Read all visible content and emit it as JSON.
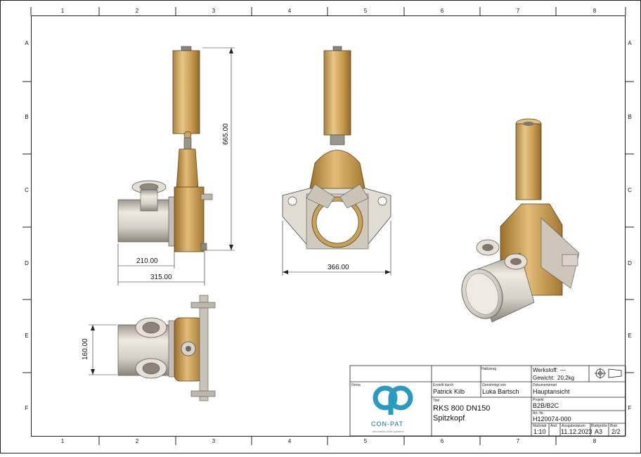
{
  "frame": {
    "columns": [
      "1",
      "2",
      "3",
      "4",
      "5",
      "6",
      "7",
      "8"
    ],
    "rows": [
      "A",
      "B",
      "C",
      "D",
      "E",
      "F"
    ]
  },
  "dimensions": {
    "height_side": "665.00",
    "width_side_inner": "210.00",
    "width_side_outer": "315.00",
    "width_front": "366.00",
    "width_top": "160.00"
  },
  "title_block": {
    "company_logo_text": "CON-PAT",
    "company_logo_tagline": "innovation valve systems",
    "labels": {
      "halbzeug": "Halbzeug",
      "werkstoff": "Werkstoff:",
      "gewicht": "Gewicht:",
      "firma": "Firma",
      "erstellt_durch": "Erstellt durch",
      "genehmigt_von": "Genehmigt von",
      "dokumentenart": "Dokumentenart",
      "titel": "Titel",
      "projekt": "Projekt",
      "art_nr": "Art.-Nr.",
      "massstab": "Maßstab",
      "aend": "Änd.",
      "ausgabedatum": "Ausgabedatum",
      "blattgroesse": "Blattgröße",
      "blatt": "Blatt"
    },
    "values": {
      "werkstoff": "—",
      "gewicht": "20,2kg",
      "erstellt_durch": "Patrick Kilb",
      "genehmigt_von": "Luka Bartsch",
      "dokumentenart": "Hauptansicht",
      "titel_line1": "RKS 800 DN150",
      "titel_line2": "Spitzkopf",
      "projekt": "B2B/B2C",
      "art_nr": "H120074-000",
      "massstab": "1:10",
      "aend": "",
      "ausgabedatum": "11.12.2023",
      "blattgroesse": "A3",
      "blatt": "2/2"
    }
  },
  "colors": {
    "brass": "#c99b4e",
    "brass_dark": "#9a6f2a",
    "steel": "#d6d1c7",
    "steel_dark": "#8c877d",
    "cylinder": "#cfa960",
    "logo_teal": "#2a9bc0"
  }
}
